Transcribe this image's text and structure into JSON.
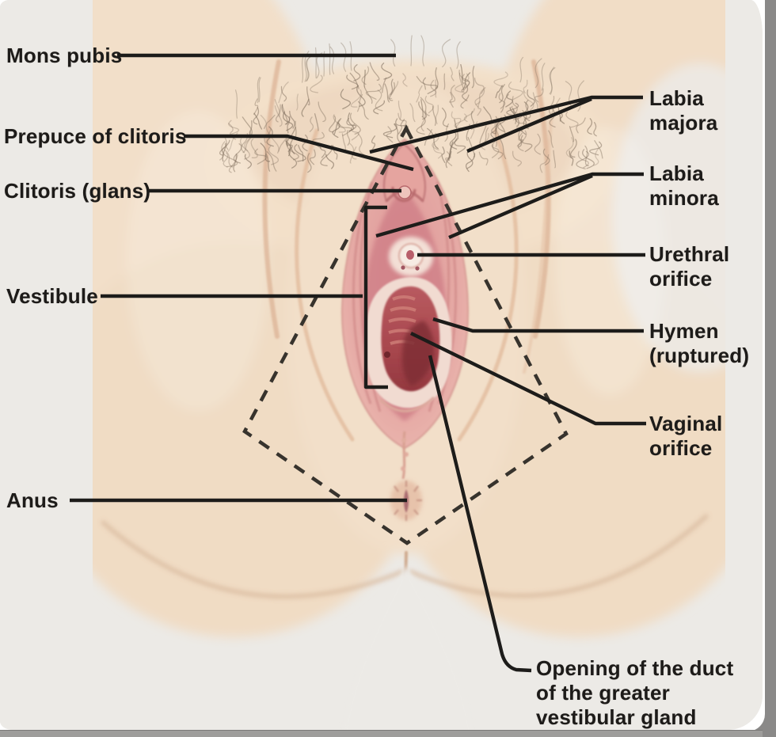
{
  "window": {
    "background_color": "#8a8988",
    "card_color": "#ffffff",
    "scan_background_color": "#eceae6",
    "bottom_bar_color": "#9e9d9b"
  },
  "figure": {
    "subject": "Labeled anatomical diagram of the female external genitalia (vulva), perineal view",
    "style": "medical textbook illustration, scanned page",
    "skin_color": "#f2dfc9",
    "mucosa_pink_color": "#e2a3a0",
    "vestibule_red_color": "#d2838a",
    "orifice_dark_red_color": "#93383f",
    "pointer_line_color": "#1d1c1a",
    "dashed_outline_color": "#37332d",
    "dashed_outline_meaning": "perineum boundary (dashed diamond)",
    "labels": {
      "mons_pubis": "Mons pubis",
      "prepuce_of_clitoris": "Prepuce of clitoris",
      "clitoris_glans": "Clitoris (glans)",
      "vestibule": "Vestibule",
      "anus": "Anus",
      "labia_majora": "Labia majora",
      "labia_minora": "Labia minora",
      "urethral_orifice": "Urethral\norifice",
      "hymen_ruptured": "Hymen\n(ruptured)",
      "vaginal_orifice": "Vaginal\norifice",
      "vestibular_gland": "Opening of the duct\nof the greater\nvestibular gland"
    }
  }
}
